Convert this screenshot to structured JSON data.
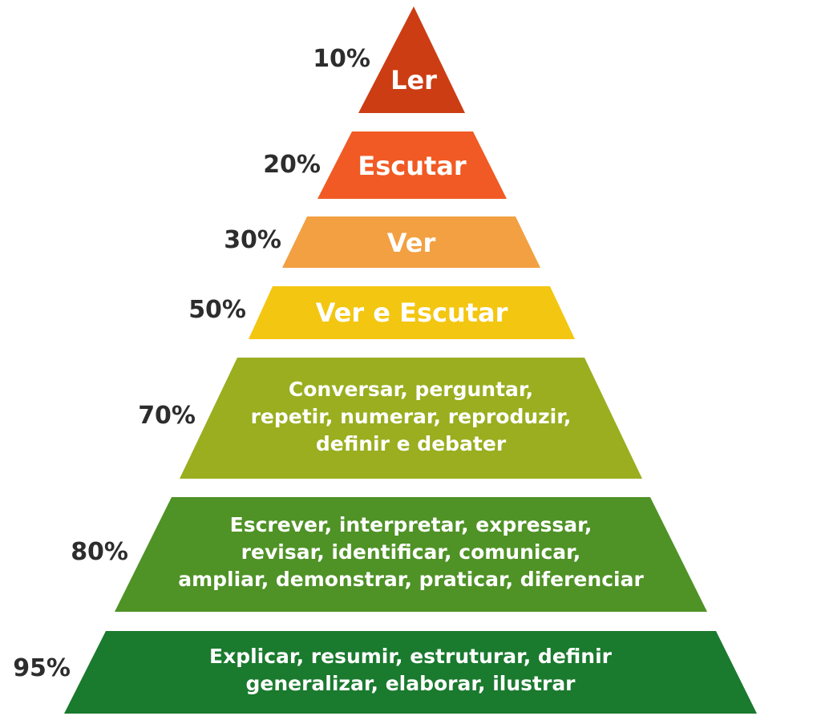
{
  "levels": [
    {
      "percent": "10%",
      "lines": [
        "Ler"
      ],
      "color": "#cc3d14"
    },
    {
      "percent": "20%",
      "lines": [
        "Escutar"
      ],
      "color": "#f15a24"
    },
    {
      "percent": "30%",
      "lines": [
        "Ver"
      ],
      "color": "#f2a041"
    },
    {
      "percent": "50%",
      "lines": [
        "Ver e Escutar"
      ],
      "color": "#f3c611"
    },
    {
      "percent": "70%",
      "lines": [
        "Conversar, perguntar,",
        "repetir, numerar, reproduzir,",
        "definir e debater"
      ],
      "color": "#9aae1f"
    },
    {
      "percent": "80%",
      "lines": [
        "Escrever, interpretar, expressar,",
        "revisar, identificar, comunicar,",
        "ampliar, demonstrar, praticar, diferenciar"
      ],
      "color": "#4f9226"
    },
    {
      "percent": "95%",
      "lines": [
        "Explicar, resumir, estruturar, definir",
        "generalizar, elaborar, ilustrar"
      ],
      "color": "#1a7a2e"
    }
  ]
}
